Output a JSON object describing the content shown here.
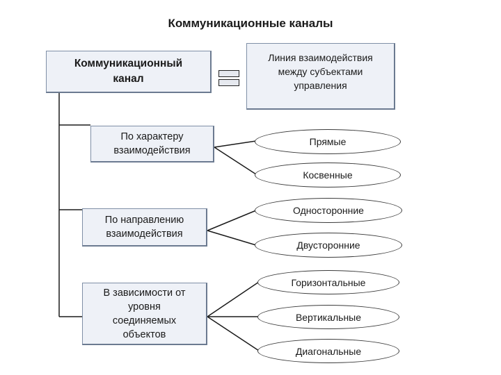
{
  "title": "Коммуникационные каналы",
  "main_term": "Коммуникационный\nканал",
  "definition": "Линия взаимодействия\nмежду субъектами\nуправления",
  "categories": [
    {
      "label": "По характеру\nвзаимодействия",
      "types": [
        "Прямые",
        "Косвенные"
      ]
    },
    {
      "label": "По направлению\nвзаимодействия",
      "types": [
        "Односторонние",
        "Двусторонние"
      ]
    },
    {
      "label": "В зависимости от\nуровня\nсоединяемых\nобъектов",
      "types": [
        "Горизонтальные",
        "Вертикальные",
        "Диагональные"
      ]
    }
  ]
}
